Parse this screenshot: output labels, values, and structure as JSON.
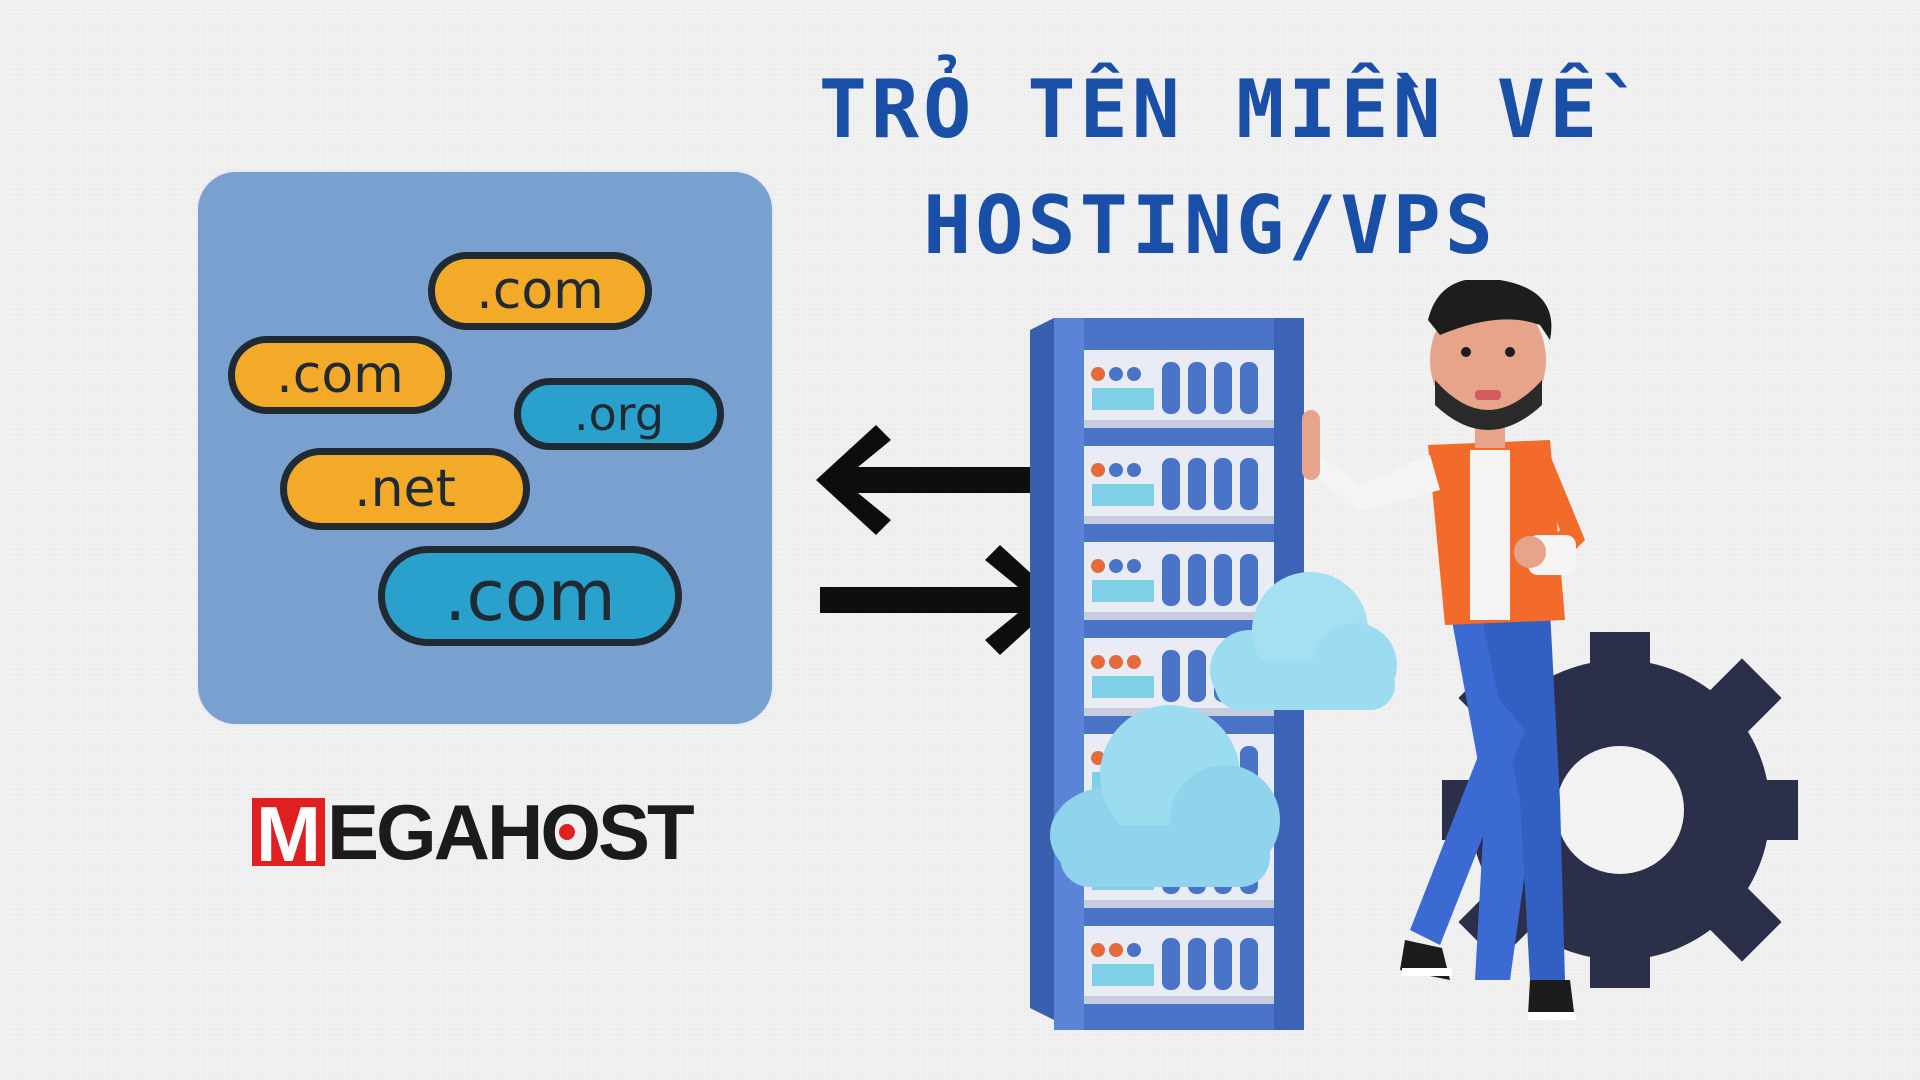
{
  "title": {
    "line1": "TRỎ TÊN MIỀN VỀ",
    "line2": "HOSTING/VPS"
  },
  "domains": [
    {
      "label": ".com",
      "color": "yellow"
    },
    {
      "label": ".com",
      "color": "yellow"
    },
    {
      "label": ".org",
      "color": "blue"
    },
    {
      "label": ".net",
      "color": "yellow"
    },
    {
      "label": ".com",
      "color": "blue"
    }
  ],
  "logo": {
    "first_letter": "M",
    "middle": "EGAH",
    "o_letter": "O",
    "rest": "ST"
  },
  "colors": {
    "title": "#1a4fa8",
    "card": "#7aa0d0",
    "pill_yellow": "#f2aa28",
    "pill_blue": "#2aa0cc",
    "server": "#4a74c8",
    "shirt": "#f26b2a",
    "jeans": "#3b6ad2",
    "cloud": "#8fd4ec",
    "gear": "#2c2f4a",
    "logo_red": "#e02020"
  },
  "icons": {
    "left_arrow": "arrow-left-icon",
    "right_arrow": "arrow-right-icon",
    "server": "server-rack-icon",
    "cloud": "cloud-icon",
    "gear": "gear-icon"
  }
}
